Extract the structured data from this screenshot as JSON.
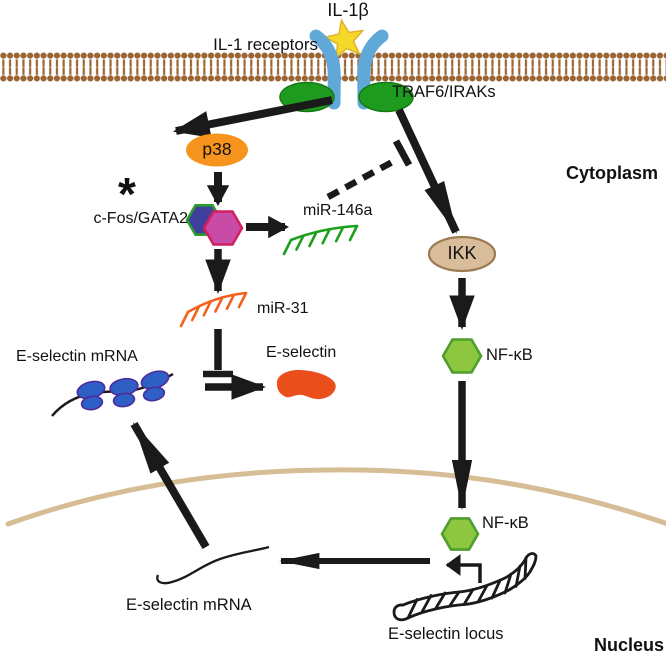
{
  "labels": {
    "il1b": "IL-1β",
    "il1_receptors": "IL-1 receptors",
    "traf6_iraks": "TRAF6/IRAKs",
    "cytoplasm": "Cytoplasm",
    "p38": "p38",
    "asterisk": "*",
    "cfos_gata2": "c-Fos/GATA2",
    "mir146a": "miR-146a",
    "mir31": "miR-31",
    "eselectin_mrna_cytoplasm": "E-selectin mRNA",
    "eselectin": "E-selectin",
    "ikk": "IKK",
    "nfkb_cytoplasm": "NF-κB",
    "nfkb_nucleus": "NF-κB",
    "eselectin_locus": "E-selectin locus",
    "eselectin_mrna_nucleus": "E-selectin mRNA",
    "nucleus": "Nucleus"
  },
  "colors": {
    "membrane": "#9B6533",
    "receptor": "#5FA8D8",
    "il1b_star": "#F6D829",
    "traf_oval": "#1E9B1E",
    "p38_oval": "#F7941D",
    "hexagon_blue": "#3F3F9E",
    "hexagon_blue_border": "#2E9B2E",
    "hexagon_magenta": "#C84CA6",
    "hexagon_magenta_border": "#D11F5F",
    "mir146a": "#1CA01C",
    "mir31": "#F4611E",
    "ribosome": "#2E5FC5",
    "ribosome_border": "#4C2C9C",
    "eselectin_protein": "#E94E1B",
    "ikk_oval": "#D9BD9B",
    "ikk_border": "#9B7B52",
    "nfkb_hexagon": "#8DC63F",
    "nfkb_border": "#4F9E2F",
    "nuclear_envelope": "#D6BD96",
    "arrow": "#1A1A1A"
  }
}
